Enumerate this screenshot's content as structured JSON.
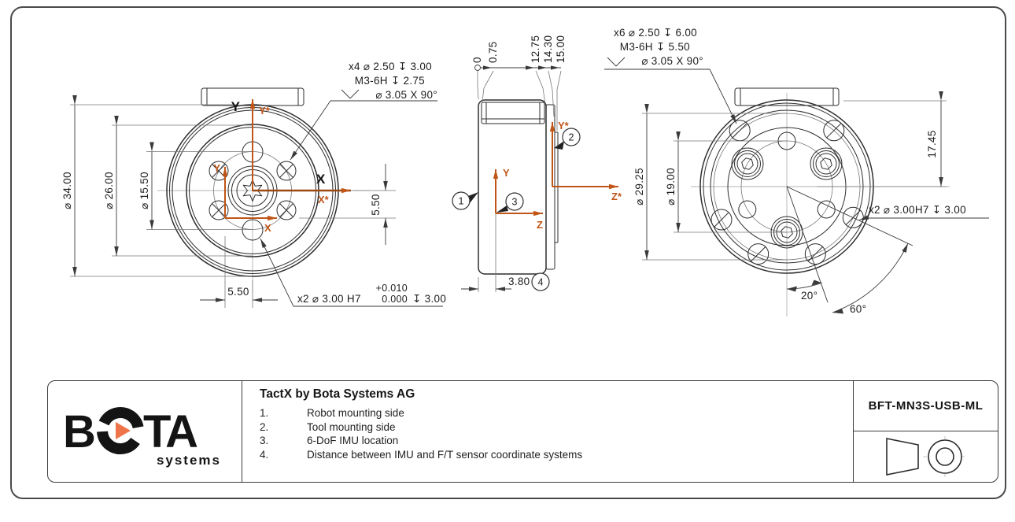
{
  "title_block": {
    "title": "TactX by Bota Systems AG",
    "notes": [
      {
        "num": "1.",
        "text": "Robot mounting side"
      },
      {
        "num": "2.",
        "text": "Tool mounting side"
      },
      {
        "num": "3.",
        "text": "6-DoF IMU location"
      },
      {
        "num": "4.",
        "text": "Distance between IMU and F/T sensor coordinate systems"
      }
    ],
    "part_number": "BFT-MN3S-USB-ML"
  },
  "logo": {
    "b": "B",
    "ta": "TA",
    "systems": "systems"
  },
  "front_view": {
    "dia_34": "⌀ 34.00",
    "dia_26": "⌀ 26.00",
    "dia_15_5": "⌀ 15.50",
    "offset_v": "5.50",
    "offset_h": "5.50",
    "thread_note": {
      "l1": "x4 ⌀ 2.50 ↧ 3.00",
      "l2": "M3-6H  ↧ 2.75",
      "l3": "⌀ 3.05 X 90°"
    },
    "dowel_note": {
      "main": "x2  ⌀ 3.00 H7",
      "tol_up": "+0.010",
      "tol_low": "0.000",
      "depth": "↧ 3.00"
    },
    "axis_x": "X",
    "axis_xs": "X*",
    "axis_y": "Y",
    "axis_ys": "Y*",
    "imu_x": "X",
    "imu_y": "Y"
  },
  "side_view": {
    "ordinates": [
      "0",
      "0.75",
      "12.75",
      "14.30",
      "15.00"
    ],
    "imu_offset": "3.80",
    "balloon_1": "1",
    "balloon_2": "2",
    "balloon_3": "3",
    "balloon_4": "4",
    "axis_y": "Y",
    "axis_z": "Z",
    "axis_ys": "Y*",
    "axis_zs": "Z*"
  },
  "back_view": {
    "dia_29_25": "⌀ 29.25",
    "dia_19": "⌀ 19.00",
    "height_17_45": "17.45",
    "angle_20": "20°",
    "angle_60": "60°",
    "thread_note": {
      "l1": "x6 ⌀ 2.50 ↧ 6.00",
      "l2": "M3-6H  ↧ 5.50",
      "l3": "⌀ 3.05 X 90°"
    },
    "dowel_note": "x2 ⌀ 3.00H7  ↧ 3.00"
  },
  "colors": {
    "accent_orange": "#c05517",
    "axis_dark_orange": "#9c4a12",
    "logo_orange": "#ef744a",
    "line": "#2e2e2e"
  }
}
